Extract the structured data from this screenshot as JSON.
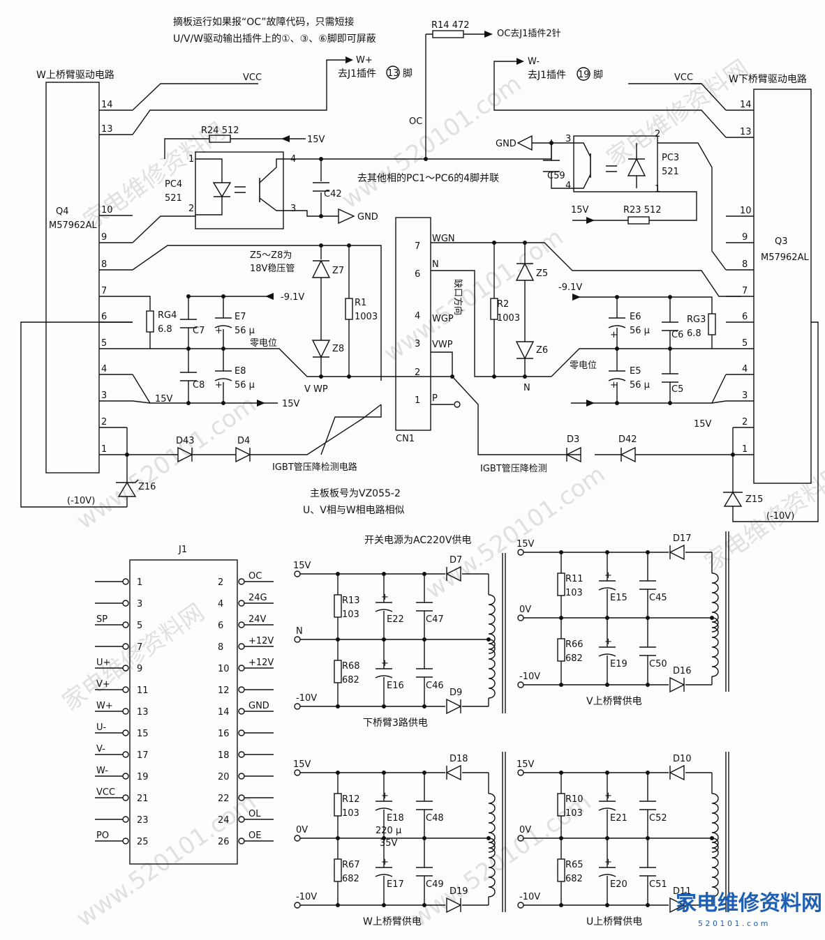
{
  "notes": {
    "shield_line1": "摘板运行如果报“OC”故障代码，只需短接",
    "shield_line2": "U/V/W驱动输出插件上的①、③、⑥脚即可屏蔽",
    "pc_parallel": "去其他相的PC1～PC6的4脚并联",
    "zener_note1": "Z5～Z8为",
    "zener_note2": "18V稳压管",
    "board1": "主板板号为VZ055-2",
    "board2": "U、V相与W相电路相似",
    "smps": "开关电源为AC220V供电",
    "notch": "缺口方向"
  },
  "left_driver": {
    "title": "W上桥臂驱动电路",
    "ref": "Q4",
    "part": "M57962AL",
    "pins": [
      "14",
      "13",
      "10",
      "9",
      "8",
      "7",
      "6",
      "5",
      "4",
      "3",
      "2",
      "1"
    ]
  },
  "right_driver": {
    "title": "W下桥臂驱动电路",
    "ref": "Q3",
    "part": "M57962AL",
    "pins": [
      "14",
      "13",
      "10",
      "9",
      "8",
      "7",
      "6",
      "5",
      "4",
      "3",
      "2",
      "1"
    ]
  },
  "nets": {
    "vcc": "VCC",
    "w_plus": "W+",
    "w_plus_dest": "去J1插件",
    "w_plus_pin": "13",
    "w_plus_suffix": "脚",
    "w_minus": "W-",
    "w_minus_dest": "去J1插件",
    "w_minus_pin": "19",
    "w_minus_suffix": "脚",
    "oc": "OC",
    "oc_dest": "OC去J1插件2针",
    "gnd": "GND",
    "v15": "15V",
    "vneg91": "-9.1V",
    "vneg10": "(-10V)",
    "zero": "零电位",
    "vwp": "V  WP",
    "n": "N",
    "igbt_l": "IGBT管压降检测电路",
    "igbt_r": "IGBT管压降检测"
  },
  "components": {
    "r14": "R14  472",
    "r24": "R24  512",
    "r23": "R23  512",
    "pc4": "PC4",
    "pc4v": "521",
    "pc3": "PC3",
    "pc3v": "521",
    "c42": "C42",
    "c59": "C59",
    "rg4": "RG4",
    "rg4v": "6.8",
    "c7": "C7",
    "e7": "E7",
    "e7v": "56 μ",
    "c8": "C8",
    "e8": "E8",
    "e8v": "56 μ",
    "z7": "Z7",
    "z8": "Z8",
    "r1": "R1",
    "r1v": "1003",
    "r2": "R2",
    "r2v": "1003",
    "z5": "Z5",
    "z6": "Z6",
    "e6": "E6",
    "e6v": "56 μ",
    "c6": "C6",
    "rg3": "RG3",
    "rg3v": "6.8",
    "e5": "E5",
    "e5v": "56 μ",
    "c5": "C5",
    "d43": "D43",
    "d4": "D4",
    "d3": "D3",
    "d42": "D42",
    "z16": "Z16",
    "z15": "Z15"
  },
  "cn1": {
    "ref": "CN1",
    "pins": [
      {
        "n": "7",
        "label": "WGN"
      },
      {
        "n": "6",
        "label": "N"
      },
      {
        "n": "4",
        "label": "WGP"
      },
      {
        "n": "3",
        "label": "VWP"
      },
      {
        "n": "2",
        "label": ""
      },
      {
        "n": "1",
        "label": "P"
      }
    ]
  },
  "j1": {
    "ref": "J1",
    "left": [
      {
        "n": "1",
        "label": ""
      },
      {
        "n": "3",
        "label": ""
      },
      {
        "n": "5",
        "label": "SP"
      },
      {
        "n": "7",
        "label": ""
      },
      {
        "n": "9",
        "label": "U+"
      },
      {
        "n": "11",
        "label": "V+"
      },
      {
        "n": "13",
        "label": "W+"
      },
      {
        "n": "15",
        "label": "U-"
      },
      {
        "n": "17",
        "label": "V-"
      },
      {
        "n": "19",
        "label": "W-"
      },
      {
        "n": "21",
        "label": "VCC"
      },
      {
        "n": "23",
        "label": ""
      },
      {
        "n": "25",
        "label": "PO"
      }
    ],
    "right": [
      {
        "n": "2",
        "label": "OC"
      },
      {
        "n": "4",
        "label": "24G"
      },
      {
        "n": "6",
        "label": "24V"
      },
      {
        "n": "8",
        "label": "+12V"
      },
      {
        "n": "10",
        "label": "+12V"
      },
      {
        "n": "12",
        "label": ""
      },
      {
        "n": "14",
        "label": "GND"
      },
      {
        "n": "16",
        "label": ""
      },
      {
        "n": "18",
        "label": ""
      },
      {
        "n": "20",
        "label": ""
      },
      {
        "n": "22",
        "label": ""
      },
      {
        "n": "24",
        "label": "OL"
      },
      {
        "n": "26",
        "label": "OE"
      }
    ]
  },
  "supplies": [
    {
      "title": "下桥臂3路供电",
      "top": "15V",
      "mid": "N",
      "bot": "-10V",
      "r_top": "R13",
      "r_top_v": "103",
      "e_top": "E22",
      "c_top": "C47",
      "d_top": "D7",
      "r_bot": "R68",
      "r_bot_v": "682",
      "e_bot": "E16",
      "c_bot": "C46",
      "d_bot": "D9"
    },
    {
      "title": "V上桥臂供电",
      "top": "15V",
      "mid": "0V",
      "bot": "-10V",
      "r_top": "R11",
      "r_top_v": "103",
      "e_top": "E15",
      "c_top": "C45",
      "d_top": "D17",
      "r_bot": "R66",
      "r_bot_v": "682",
      "e_bot": "E19",
      "c_bot": "C50",
      "d_bot": "D16"
    },
    {
      "title": "W上桥臂供电",
      "top": "15V",
      "mid": "0V",
      "bot": "-10V",
      "r_top": "R12",
      "r_top_v": "103",
      "e_top": "E18",
      "e_top_v": "220 μ",
      "e_top_v2": "35V",
      "c_top": "C48",
      "d_top": "D18",
      "r_bot": "R67",
      "r_bot_v": "682",
      "e_bot": "E17",
      "c_bot": "C49",
      "d_bot": "D19"
    },
    {
      "title": "U上桥臂供电",
      "top": "15V",
      "mid": "0V",
      "bot": "-10V",
      "r_top": "R10",
      "r_top_v": "103",
      "e_top": "E21",
      "c_top": "C52",
      "d_top": "D10",
      "r_bot": "R65",
      "r_bot_v": "682",
      "e_bot": "E20",
      "c_bot": "C51",
      "d_bot": "D11"
    }
  ],
  "watermark": {
    "text": "www.520101.com",
    "text2": "家电维修资料网",
    "logo": "家电维修资料网",
    "logo_url": "5 2 0 1 0 1 . c o m"
  }
}
